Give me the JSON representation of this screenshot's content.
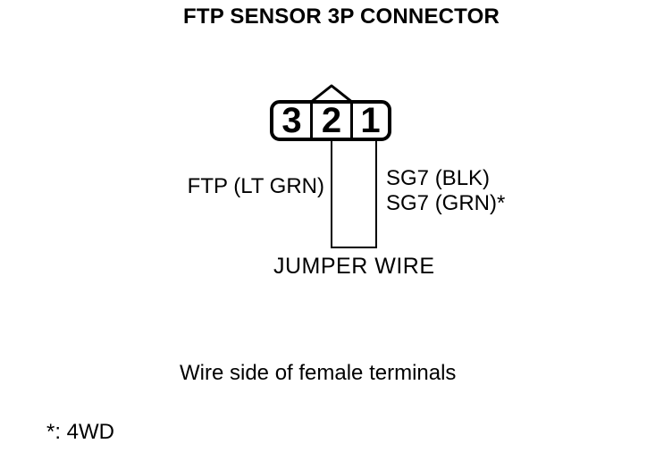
{
  "diagram": {
    "title": "FTP SENSOR 3P CONNECTOR",
    "connector": {
      "pin_numbers": [
        "3",
        "2",
        "1"
      ]
    },
    "wire_labels": {
      "ftp": "FTP (LT GRN)",
      "sg7_line1": "SG7 (BLK)",
      "sg7_line2": "SG7 (GRN)*"
    },
    "jumper_label": "JUMPER WIRE",
    "view_note": "Wire side of female terminals",
    "footnote": "*: 4WD",
    "colors": {
      "line": "#000000",
      "background": "#ffffff"
    }
  }
}
